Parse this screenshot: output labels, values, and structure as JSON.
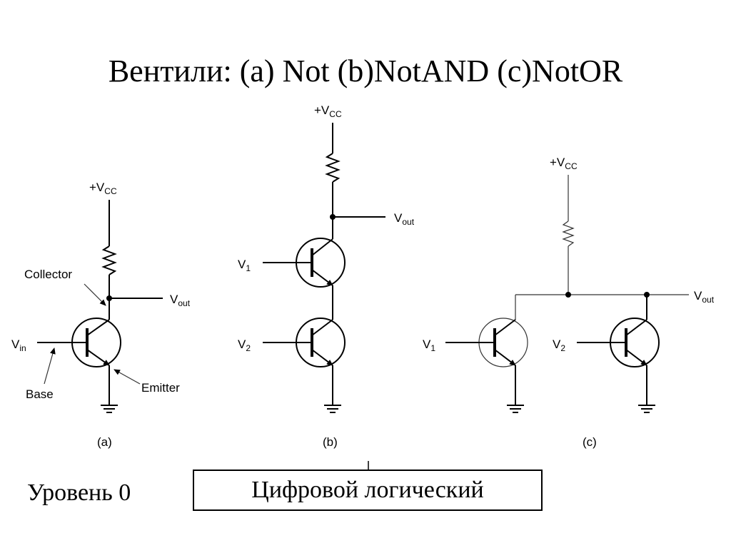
{
  "title": "Вентили: (a) Not (b)NotAND (c)NotOR",
  "level_label": "Уровень 0",
  "level_box_label": "Цифровой логический",
  "circuit_a": {
    "vcc": "+V",
    "vcc_sub": "CC",
    "vout": "V",
    "vout_sub": "out",
    "vin": "V",
    "vin_sub": "in",
    "collector": "Collector",
    "base": "Base",
    "emitter": "Emitter",
    "caption": "(a)"
  },
  "circuit_b": {
    "vcc": "+V",
    "vcc_sub": "CC",
    "vout": "V",
    "vout_sub": "out",
    "v1": "V",
    "v1_sub": "1",
    "v2": "V",
    "v2_sub": "2",
    "caption": "(b)"
  },
  "circuit_c": {
    "vcc": "+V",
    "vcc_sub": "CC",
    "vout": "V",
    "vout_sub": "out",
    "v1": "V",
    "v1_sub": "1",
    "v2": "V",
    "v2_sub": "2",
    "caption": "(c)"
  }
}
